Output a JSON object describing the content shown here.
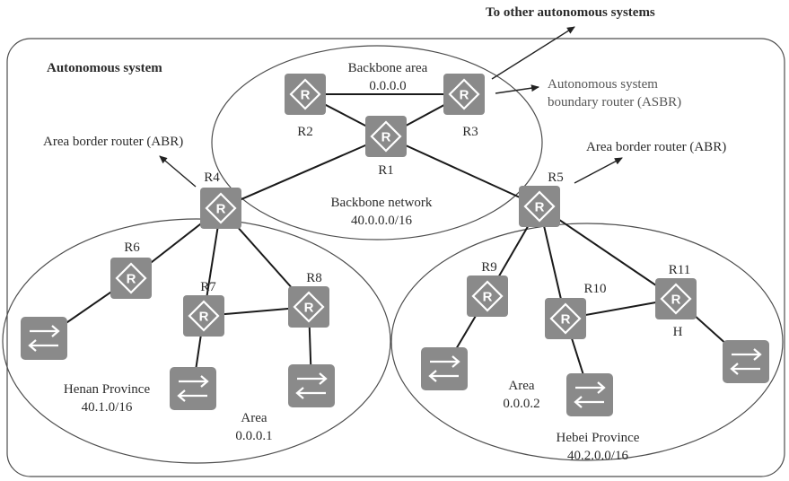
{
  "diagram": {
    "external_label": "To other autonomous systems",
    "as_label": "Autonomous system",
    "backbone": {
      "area_title": "Backbone area",
      "area_id": "0.0.0.0",
      "network_title": "Backbone network",
      "network_prefix": "40.0.0.0/16"
    },
    "asbr_label_line1": "Autonomous system",
    "asbr_label_line2": "boundary router (ASBR)",
    "abr_left_label": "Area border router (ABR)",
    "abr_right_label": "Area border router (ABR)",
    "area1": {
      "title": "Area",
      "id": "0.0.0.1",
      "province": "Henan Province",
      "prefix": "40.1.0/16"
    },
    "area2": {
      "title": "Area",
      "id": "0.0.0.2",
      "province": "Hebei Province",
      "prefix": "40.2.0.0/16"
    },
    "routers": {
      "r1": "R1",
      "r2": "R2",
      "r3": "R3",
      "r4": "R4",
      "r5": "R5",
      "r6": "R6",
      "r7": "R7",
      "r8": "R8",
      "r9": "R9",
      "r10": "R10",
      "r11": "R11"
    },
    "h_label": "H"
  }
}
